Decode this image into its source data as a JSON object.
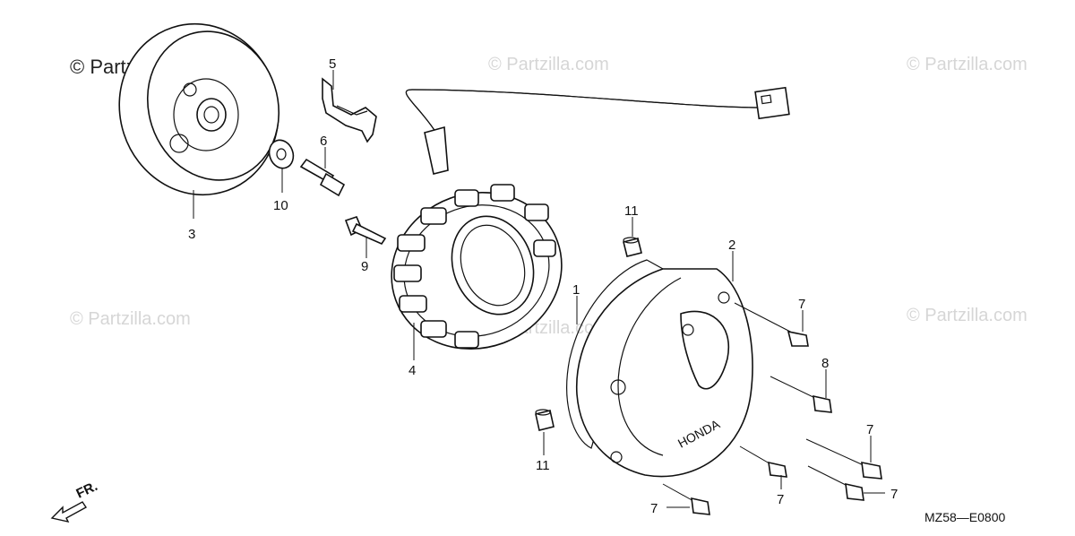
{
  "watermarks": {
    "top_left": "© Partzilla.com",
    "top_center": "© Partzilla.com",
    "top_right": "© Partzilla.com",
    "mid_left": "© Partzilla.com",
    "mid_center": "© Partzilla.com",
    "mid_right": "© Partzilla.com"
  },
  "callouts": {
    "c1": "1",
    "c2": "2",
    "c3": "3",
    "c4": "4",
    "c5": "5",
    "c6": "6",
    "c7a": "7",
    "c7b": "7",
    "c7c": "7",
    "c7d": "7",
    "c7e": "7",
    "c8": "8",
    "c9": "9",
    "c10": "10",
    "c11a": "11",
    "c11b": "11"
  },
  "direction_label": "FR.",
  "diagram_code": "MZ58—E0800",
  "cover_brand": "HONDA"
}
